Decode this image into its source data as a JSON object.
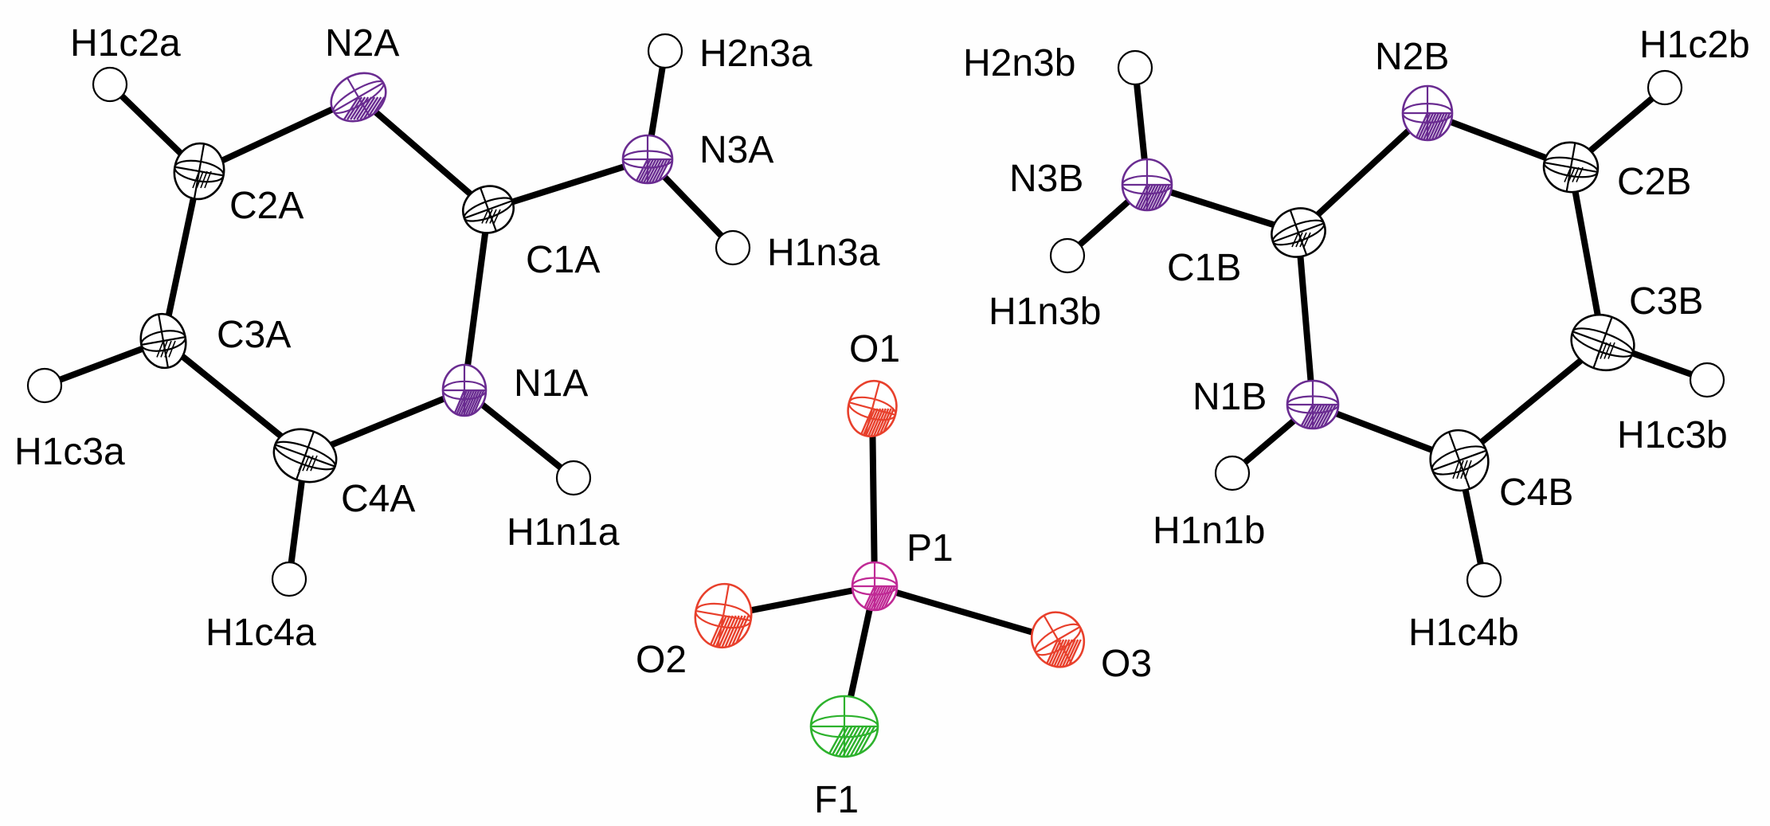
{
  "colors": {
    "carbon": "#000000",
    "nitrogen": "#6a2c91",
    "phosphorus": "#c02a95",
    "oxygen": "#e8402c",
    "fluorine": "#2db22d",
    "hydrogen": "#000000",
    "bond": "#000000"
  },
  "atoms": [
    {
      "id": "C1A",
      "label": "C1A",
      "element": "C"
    },
    {
      "id": "C2A",
      "label": "C2A",
      "element": "C"
    },
    {
      "id": "C3A",
      "label": "C3A",
      "element": "C"
    },
    {
      "id": "C4A",
      "label": "C4A",
      "element": "C"
    },
    {
      "id": "N1A",
      "label": "N1A",
      "element": "N"
    },
    {
      "id": "N2A",
      "label": "N2A",
      "element": "N"
    },
    {
      "id": "N3A",
      "label": "N3A",
      "element": "N"
    },
    {
      "id": "H1c2a",
      "label": "H1c2a",
      "element": "H"
    },
    {
      "id": "H1c3a",
      "label": "H1c3a",
      "element": "H"
    },
    {
      "id": "H1c4a",
      "label": "H1c4a",
      "element": "H"
    },
    {
      "id": "H1n1a",
      "label": "H1n1a",
      "element": "H"
    },
    {
      "id": "H1n3a",
      "label": "H1n3a",
      "element": "H"
    },
    {
      "id": "H2n3a",
      "label": "H2n3a",
      "element": "H"
    },
    {
      "id": "P1",
      "label": "P1",
      "element": "P"
    },
    {
      "id": "O1",
      "label": "O1",
      "element": "O"
    },
    {
      "id": "O2",
      "label": "O2",
      "element": "O"
    },
    {
      "id": "O3",
      "label": "O3",
      "element": "O"
    },
    {
      "id": "F1",
      "label": "F1",
      "element": "F"
    },
    {
      "id": "C1B",
      "label": "C1B",
      "element": "C"
    },
    {
      "id": "C2B",
      "label": "C2B",
      "element": "C"
    },
    {
      "id": "C3B",
      "label": "C3B",
      "element": "C"
    },
    {
      "id": "C4B",
      "label": "C4B",
      "element": "C"
    },
    {
      "id": "N1B",
      "label": "N1B",
      "element": "N"
    },
    {
      "id": "N2B",
      "label": "N2B",
      "element": "N"
    },
    {
      "id": "N3B",
      "label": "N3B",
      "element": "N"
    },
    {
      "id": "H1c2b",
      "label": "H1c2b",
      "element": "H"
    },
    {
      "id": "H1c3b",
      "label": "H1c3b",
      "element": "H"
    },
    {
      "id": "H1c4b",
      "label": "H1c4b",
      "element": "H"
    },
    {
      "id": "H1n1b",
      "label": "H1n1b",
      "element": "H"
    },
    {
      "id": "H1n3b",
      "label": "H1n3b",
      "element": "H"
    },
    {
      "id": "H2n3b",
      "label": "H2n3b",
      "element": "H"
    }
  ],
  "bonds": [
    [
      "H1c2a",
      "C2A"
    ],
    [
      "C2A",
      "N2A"
    ],
    [
      "N2A",
      "C1A"
    ],
    [
      "C1A",
      "N3A"
    ],
    [
      "N3A",
      "H2n3a"
    ],
    [
      "N3A",
      "H1n3a"
    ],
    [
      "C1A",
      "N1A"
    ],
    [
      "C2A",
      "C3A"
    ],
    [
      "C3A",
      "H1c3a"
    ],
    [
      "C3A",
      "C4A"
    ],
    [
      "C4A",
      "N1A"
    ],
    [
      "N1A",
      "H1n1a"
    ],
    [
      "C4A",
      "H1c4a"
    ],
    [
      "P1",
      "O1"
    ],
    [
      "P1",
      "O2"
    ],
    [
      "P1",
      "O3"
    ],
    [
      "P1",
      "F1"
    ],
    [
      "H2n3b",
      "N3B"
    ],
    [
      "N3B",
      "H1n3b"
    ],
    [
      "N3B",
      "C1B"
    ],
    [
      "C1B",
      "N2B"
    ],
    [
      "N2B",
      "C2B"
    ],
    [
      "C2B",
      "H1c2b"
    ],
    [
      "C2B",
      "C3B"
    ],
    [
      "C3B",
      "H1c3b"
    ],
    [
      "C3B",
      "C4B"
    ],
    [
      "C4B",
      "N1B"
    ],
    [
      "N1B",
      "C1B"
    ],
    [
      "N1B",
      "H1n1b"
    ],
    [
      "C4B",
      "H1c4b"
    ]
  ]
}
